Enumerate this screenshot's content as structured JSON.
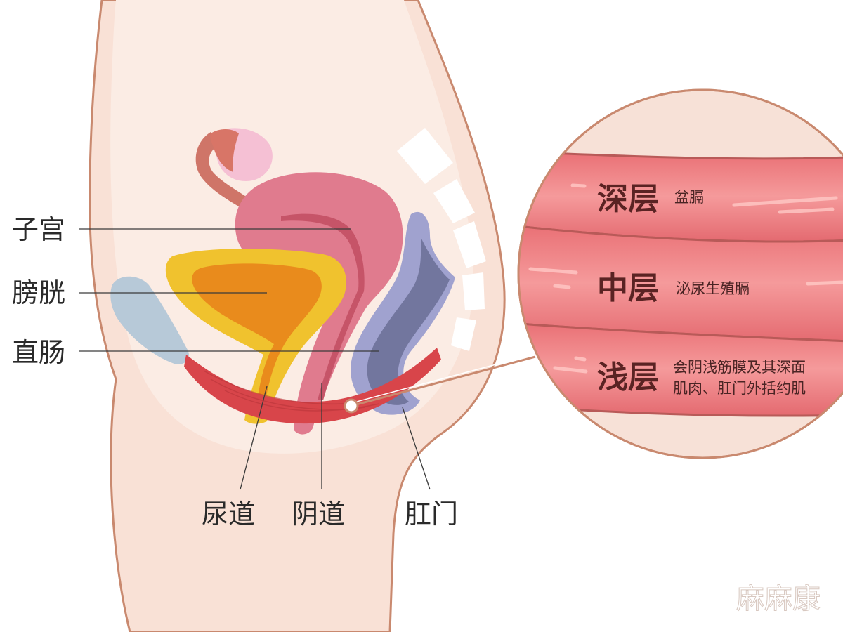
{
  "labels": {
    "uterus": "子宫",
    "bladder": "膀胱",
    "rectum": "直肠",
    "urethra": "尿道",
    "vagina": "阴道",
    "anus": "肛门"
  },
  "layers": [
    {
      "title": "深层",
      "desc_lines": [
        "盆膈"
      ]
    },
    {
      "title": "中层",
      "desc_lines": [
        "泌尿生殖膈"
      ]
    },
    {
      "title": "浅层",
      "desc_lines": [
        "会阴浅筋膜及其深面",
        "肌肉、肛门外括约肌"
      ]
    }
  ],
  "watermark": "麻麻康",
  "colors": {
    "skin": "#f9e1d6",
    "skin_outline": "#c9896f",
    "uterus": "#e07b8e",
    "bladder_outer": "#f0c22e",
    "bladder_inner": "#e98b1c",
    "rectum_outer": "#a0a2cf",
    "rectum_inner": "#72769e",
    "pelvic_muscle": "#d8454a",
    "bone": "#b7c9d8",
    "ovary": "#f5c0d4",
    "muscle_band": "#ee8d8f"
  }
}
